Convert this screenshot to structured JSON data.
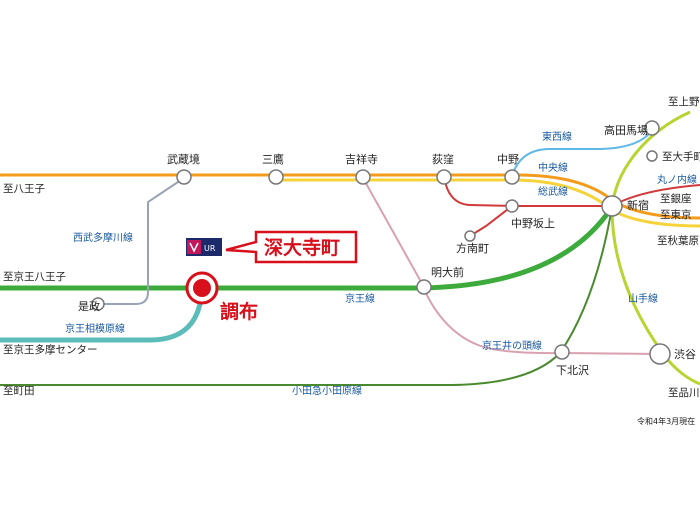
{
  "destinations": {
    "hachioji": "至八王子",
    "keio_hachioji": "至京王八王子",
    "keio_tama_center": "至京王多摩センター",
    "machida": "至町田",
    "ueno": "至上野",
    "otemachi": "至大手町",
    "ginza": "至銀座",
    "tokyo": "至東京",
    "akihabara": "至秋葉原",
    "shinagawa": "至品川"
  },
  "stations": {
    "musashisakai": "武蔵境",
    "mitaka": "三鷹",
    "kichijoji": "吉祥寺",
    "ogikubo": "荻窪",
    "nakano": "中野",
    "takadanobaba": "高田馬場",
    "shinjuku": "新宿",
    "nakano_sakaue": "中野坂上",
    "honancho": "方南町",
    "meidaimae": "明大前",
    "shimokitazawa": "下北沢",
    "shibuya": "渋谷",
    "koremasa": "是政",
    "chofu": "調布"
  },
  "lines": {
    "tozai": "東西線",
    "chuo": "中央線",
    "sobu": "総武線",
    "marunouchi": "丸ノ内線",
    "yamanote": "山手線",
    "seibu_tamagawa": "西武多摩川線",
    "keio": "京王線",
    "keio_sagamihara": "京王相模原線",
    "keio_inokashira": "京王井の頭線",
    "odakyu": "小田急小田原線"
  },
  "callout": {
    "label": "深大寺町"
  },
  "logo": {
    "text": "UR"
  },
  "note": "令和4年3月現在",
  "colors": {
    "chuo_orange": "#f39c1b",
    "sobu_yellow": "#f7d33a",
    "keio_green": "#3dab3b",
    "sagamihara_teal": "#5cbcb9",
    "tozai_blue": "#5fb8e6",
    "marunouchi_red": "#d13a3a",
    "yamanote_green": "#b8d432",
    "inokashira_pink": "#d9a1b0",
    "odakyu_green": "#4a8a2e",
    "seibu_gray": "#9aa3b5",
    "accent_red": "#d7101b",
    "label_blue": "#1a5aa0"
  }
}
